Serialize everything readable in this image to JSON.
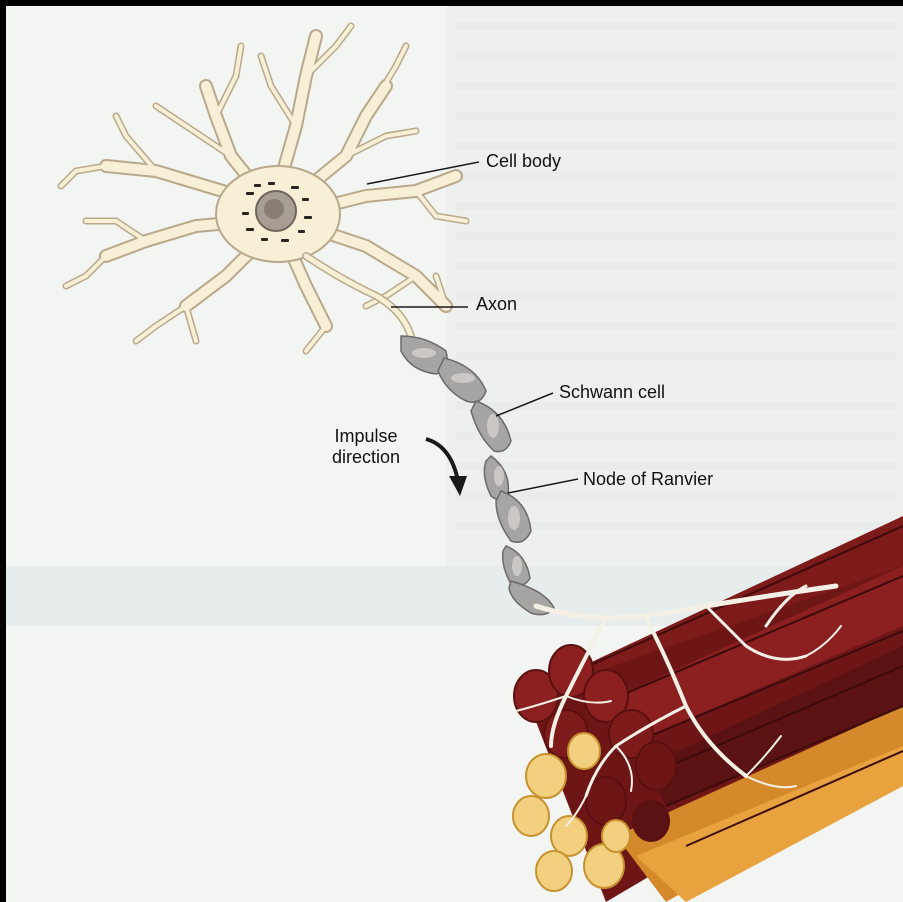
{
  "labels": {
    "cell_body": "Cell body",
    "axon": "Axon",
    "schwann_cell": "Schwann cell",
    "node_of_ranvier": "Node of Ranvier",
    "impulse_direction_line1": "Impulse",
    "impulse_direction_line2": "direction"
  },
  "colors": {
    "cell_fill": "#f7efd6",
    "cell_outline": "#b9a98a",
    "nucleus": "#8a7e74",
    "myelin": "#a7a5a3",
    "muscle_dark": "#6e1616",
    "muscle_mid": "#8c2020",
    "muscle_end": "#f3cf80",
    "muscle_orange": "#e8a23e",
    "nerve_branch": "#f4f0e6"
  }
}
